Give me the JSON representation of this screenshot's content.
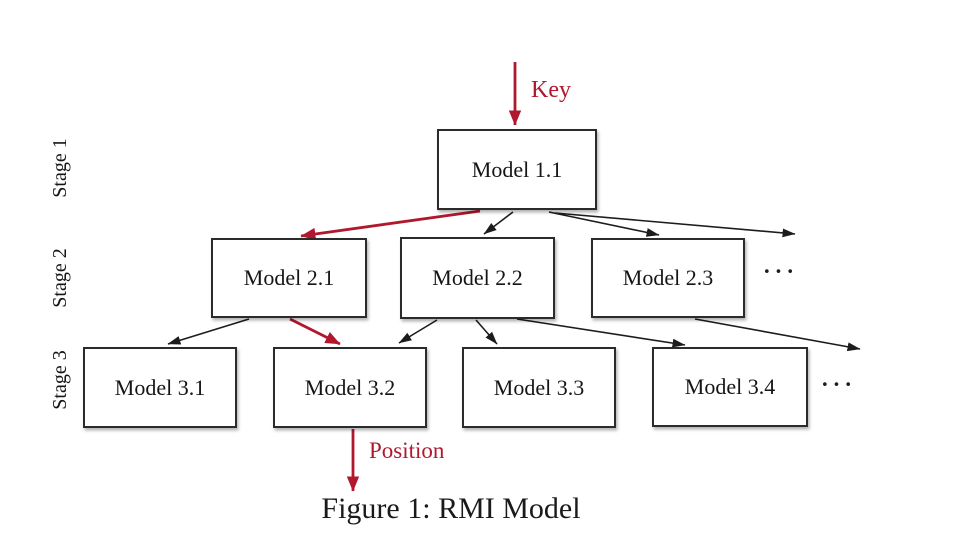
{
  "figure": {
    "caption": "Figure 1: RMI Model",
    "key_label": "Key",
    "position_label": "Position",
    "ellipsis_stage2": "···",
    "ellipsis_stage3": "···",
    "accent_color": "#b1182e",
    "line_color": "#1c1c1c"
  },
  "stages": [
    {
      "label": "Stage 1",
      "models": [
        {
          "label": "Model 1.1"
        }
      ]
    },
    {
      "label": "Stage 2",
      "models": [
        {
          "label": "Model 2.1"
        },
        {
          "label": "Model 2.2"
        },
        {
          "label": "Model 2.3"
        }
      ]
    },
    {
      "label": "Stage 3",
      "models": [
        {
          "label": "Model 3.1"
        },
        {
          "label": "Model 3.2"
        },
        {
          "label": "Model 3.3"
        },
        {
          "label": "Model 3.4"
        }
      ]
    }
  ],
  "connections": [
    {
      "from": "Key",
      "to": "Model 1.1",
      "highlighted": true
    },
    {
      "from": "Model 1.1",
      "to": "Model 2.1",
      "highlighted": true
    },
    {
      "from": "Model 1.1",
      "to": "Model 2.2",
      "highlighted": false
    },
    {
      "from": "Model 1.1",
      "to": "Model 2.3",
      "highlighted": false
    },
    {
      "from": "Model 1.1",
      "to": "more-stage2-models",
      "highlighted": false
    },
    {
      "from": "Model 2.1",
      "to": "Model 3.1",
      "highlighted": false
    },
    {
      "from": "Model 2.1",
      "to": "Model 3.2",
      "highlighted": true
    },
    {
      "from": "Model 2.2",
      "to": "Model 3.2",
      "highlighted": false
    },
    {
      "from": "Model 2.2",
      "to": "Model 3.3",
      "highlighted": false
    },
    {
      "from": "Model 2.2",
      "to": "Model 3.4",
      "highlighted": false
    },
    {
      "from": "Model 2.3",
      "to": "more-stage3-models",
      "highlighted": false
    },
    {
      "from": "Model 3.2",
      "to": "Position",
      "highlighted": true
    }
  ]
}
